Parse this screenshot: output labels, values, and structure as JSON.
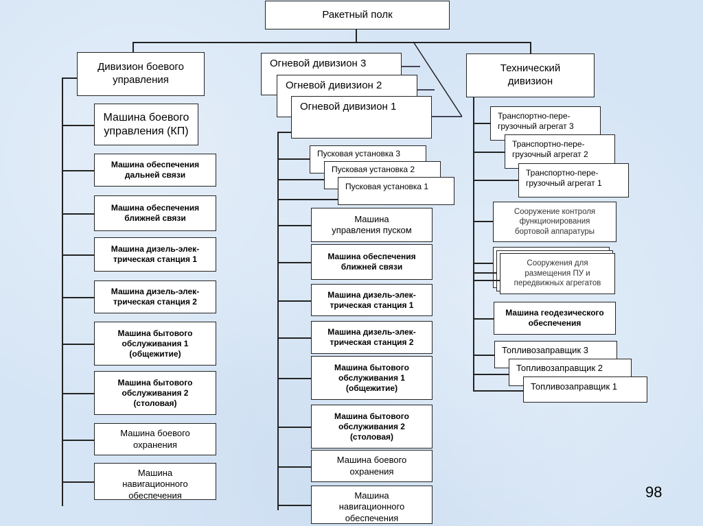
{
  "root": {
    "label": "Ракетный полк"
  },
  "column_control": {
    "title": "Дивизион боевого\nуправления",
    "items": [
      "Машина боевого\nуправления (КП)",
      "Машина обеспечения\nдальней связи",
      "Машина обеспечения\nближней связи",
      "Машина  дизель-элек-\nтрическая станция 1",
      "Машина  дизель-элек-\nтрическая станция 2",
      "Машина  бытового\nобслуживания 1\n(общежитие)",
      "Машина  бытового\nобслуживания 2\n(столовая)",
      "Машина  боевого\nохранения",
      "Машина\nнавигационного\nобеспечения"
    ]
  },
  "column_fire": {
    "divisions": [
      "Огневой дивизион 3",
      "Огневой дивизион 2",
      "Огневой дивизион 1"
    ],
    "launchers": [
      "Пусковая установка 3",
      "Пусковая установка 2",
      "Пусковая установка 1"
    ],
    "items": [
      "Машина\nуправления пуском",
      "Машина обеспечения\nближней связи",
      "Машина  дизель-элек-\nтрическая станция 1",
      "Машина  дизель-элек-\nтрическая станция 2",
      "Машина  бытового\nобслуживания 1\n(общежитие)",
      "Машина  бытового\nобслуживания 2\n(столовая)",
      "Машина  боевого\nохранения",
      "Машина\nнавигационного\nобеспечения"
    ]
  },
  "column_tech": {
    "title": "Технический\nдивизион",
    "transport": [
      "Транспортно-пере-\nгрузочный агрегат 3",
      "Транспортно-пере-\nгрузочный агрегат 2",
      "Транспортно-пере-\nгрузочный агрегат 1"
    ],
    "control_facility": "Сооружение контроля\nфункционирования\nбортовой аппаратуры",
    "storage_facility": "Сооружения для\nразмещения  ПУ и\nпередвижных агрегатов",
    "geodetic": "Машина  геодезического\nобеспечения",
    "tankers": [
      "Топливозаправщик 3",
      "Топливозаправщик 2",
      "Топливозаправщик 1"
    ]
  },
  "page_number": "98"
}
